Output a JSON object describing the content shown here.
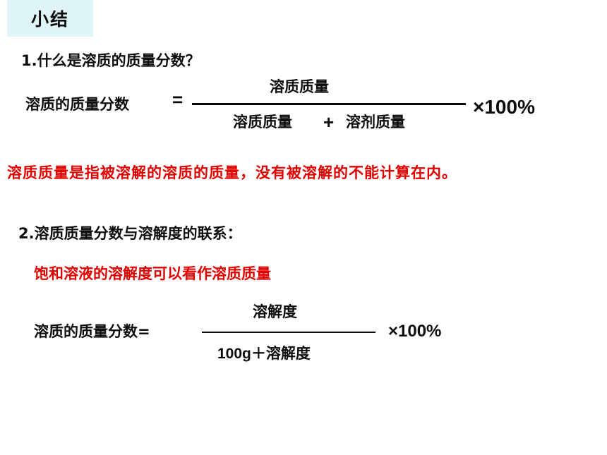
{
  "title": "小结",
  "q1": "1.什么是溶质的质量分数？",
  "formula1": {
    "lhs": "溶质的质量分数",
    "eq": "=",
    "numerator": "溶质质量",
    "denominator_a": "溶质质量",
    "plus": "+",
    "denominator_b": "溶剂质量",
    "times": "×100%"
  },
  "note1": "溶质质量是指被溶解的溶质的质量，没有被溶解的不能计算在内。",
  "q2": "2.溶质质量分数与溶解度的联系：",
  "note2": "饱和溶液的溶解度可以看作溶质质量",
  "formula2": {
    "lhs": "溶质的质量分数=",
    "numerator": "溶解度",
    "denominator": "100g＋溶解度",
    "times": "×100%"
  },
  "colors": {
    "title_bg": "#dff4f6",
    "accent_red": "#e00000",
    "text": "#0d0d0d"
  }
}
